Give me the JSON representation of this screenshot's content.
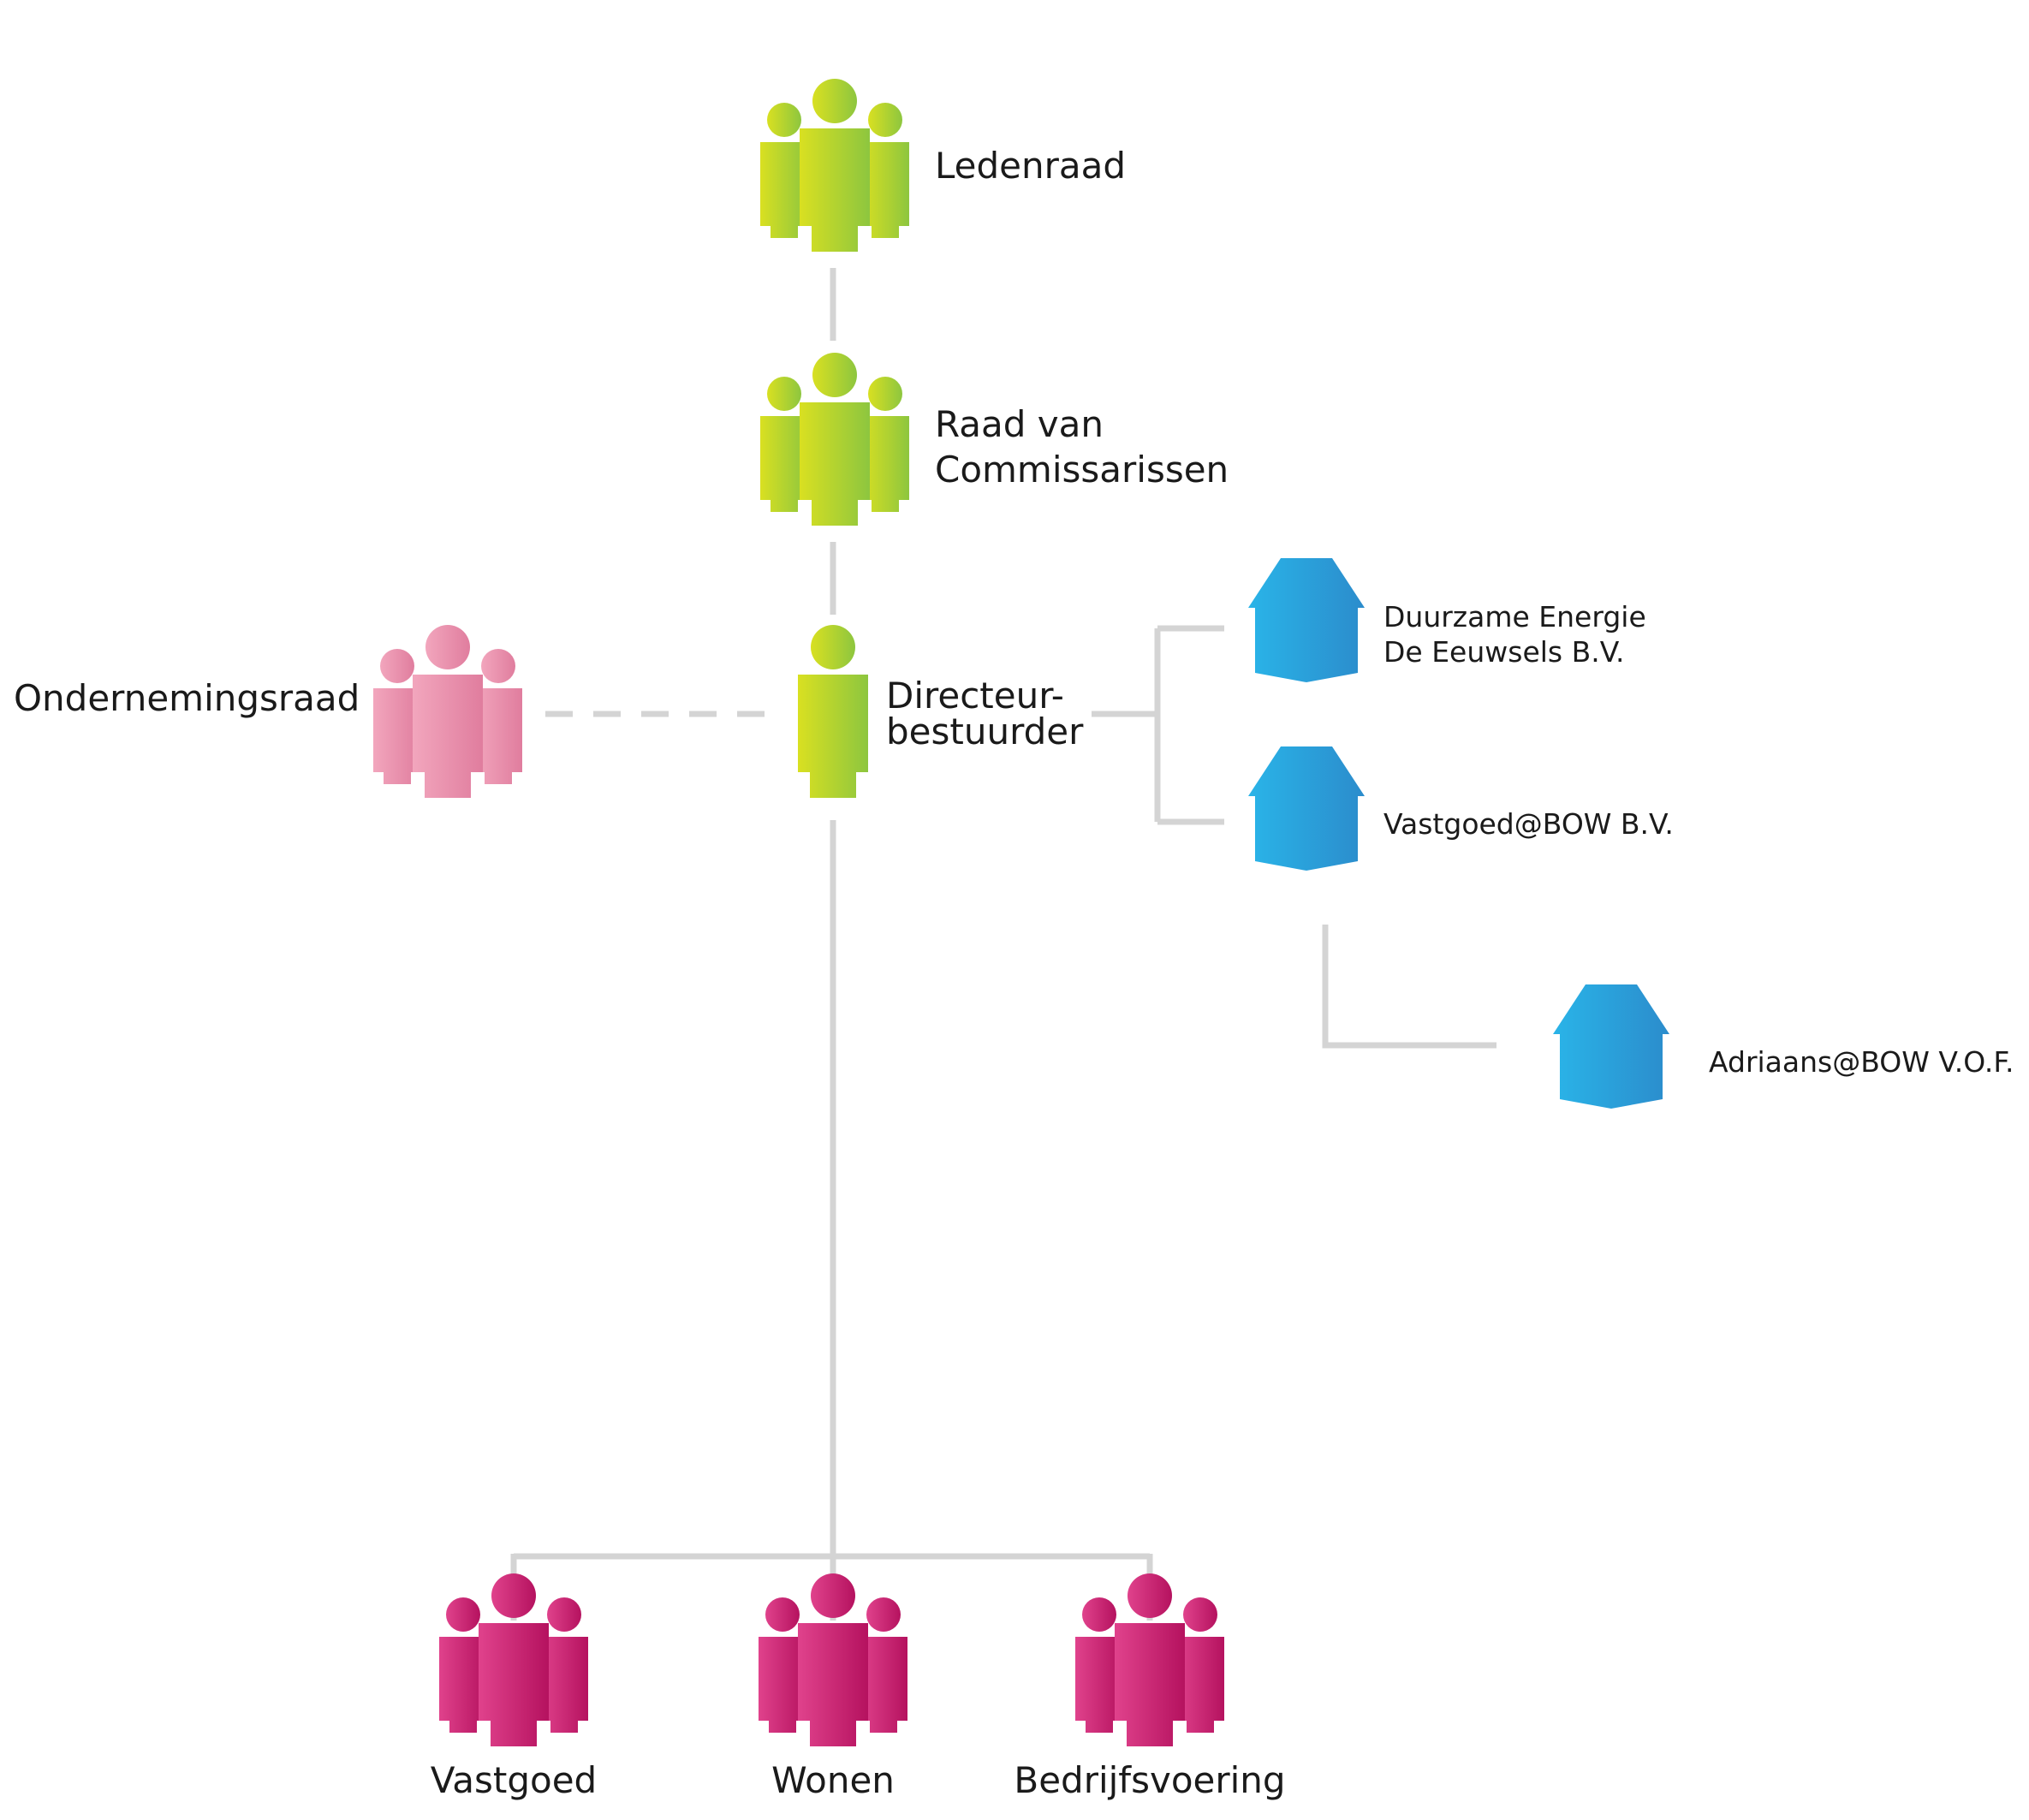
{
  "colors": {
    "green_light": "#d9e021",
    "green_dark": "#8dc63f",
    "pink_light": "#f2a6bd",
    "pink_dark": "#e07d9e",
    "magenta_light": "#e0428c",
    "magenta_dark": "#b5125f",
    "blue_light": "#2ab4e8",
    "blue_dark": "#2b8ccc",
    "connector": "#d4d4d4",
    "text": "#1a1a1a",
    "background": "#ffffff"
  },
  "nodes": {
    "ledenraad": {
      "label": "Ledenraad",
      "icon": "group-icon",
      "color": "green"
    },
    "raad_van_commissarissen": {
      "label_line1": "Raad van",
      "label_line2": "Commissarissen",
      "icon": "group-icon",
      "color": "green"
    },
    "directeur_bestuurder": {
      "label_line1": "Directeur-",
      "label_line2": "bestuurder",
      "icon": "person-icon",
      "color": "green"
    },
    "ondernemingsraad": {
      "label": "Ondernemingsraad",
      "icon": "group-icon",
      "color": "pink"
    },
    "duurzame_energie": {
      "label_line1": "Duurzame Energie",
      "label_line2": "De Eeuwsels B.V.",
      "icon": "house-icon",
      "color": "blue"
    },
    "vastgoed_bow": {
      "label": "Vastgoed@BOW B.V.",
      "icon": "house-icon",
      "color": "blue"
    },
    "adriaans_bow": {
      "label": "Adriaans@BOW V.O.F.",
      "icon": "house-icon",
      "color": "blue"
    },
    "vastgoed": {
      "label": "Vastgoed",
      "icon": "group-icon",
      "color": "magenta"
    },
    "wonen": {
      "label": "Wonen",
      "icon": "group-icon",
      "color": "magenta"
    },
    "bedrijfsvoering": {
      "label": "Bedrijfsvoering",
      "icon": "group-icon",
      "color": "magenta"
    }
  }
}
